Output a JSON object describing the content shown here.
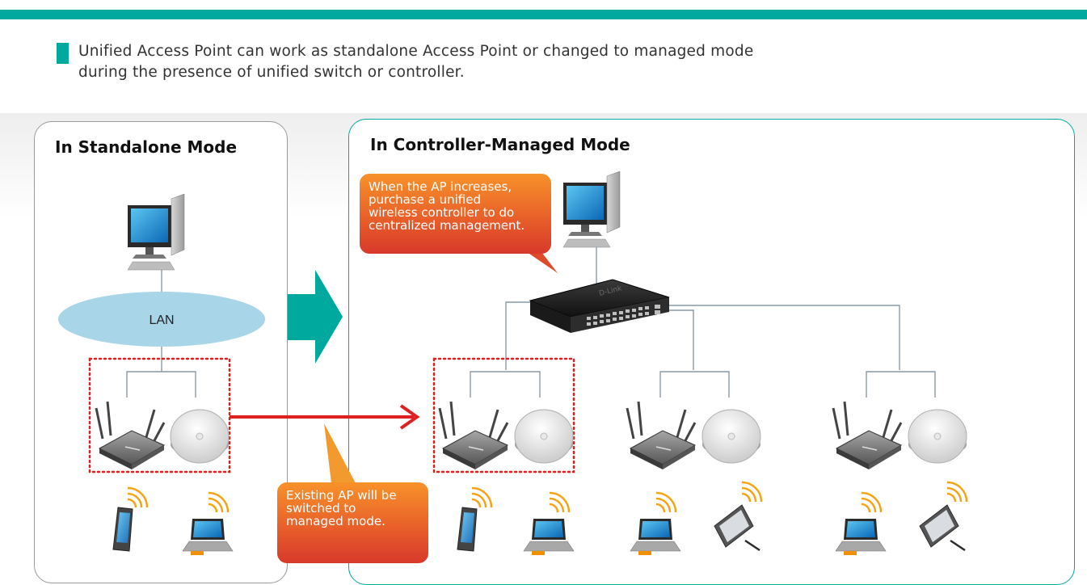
{
  "headline": "Unified Access Point can work as standalone Access Point or changed to managed mode\nduring the presence of unified switch or controller.",
  "left_panel": {
    "title": "In Standalone Mode",
    "lan_label": "LAN"
  },
  "right_panel": {
    "title": "In Controller-Managed Mode",
    "switch_brand": "D-Link"
  },
  "callouts": {
    "controller": "When the AP increases,\npurchase a unified\nwireless controller to do\ncentralized management.",
    "existing_ap": "Existing AP will be\nswitched to\nmanaged mode."
  },
  "colors": {
    "accent": "#00a99d",
    "callout": "#e8602a",
    "arrow": "#e02020",
    "highlight_box": "#d82020",
    "lan_ellipse": "#a8d5e8"
  }
}
